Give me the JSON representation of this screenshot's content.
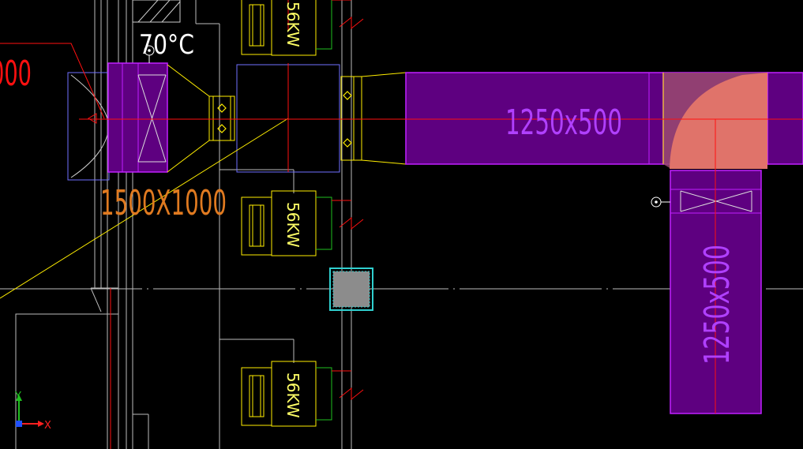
{
  "drawing": {
    "background_color": "#000000",
    "temperature_label": "70°C",
    "partial_left_label": "000",
    "main_duct_label": "1500X1000",
    "horizontal_duct_label": "1250x500",
    "vertical_duct_label": "1250x500",
    "fan_units": [
      {
        "label": "56KW"
      },
      {
        "label": "56KW"
      },
      {
        "label": "56KW"
      }
    ],
    "colors": {
      "duct_fill": "#5e0080",
      "duct_stroke": "#c020ff",
      "duct_text": "#b040ff",
      "elbow_fill": "#e0736a",
      "main_duct_text": "#e07a20",
      "red_line": "#ff1010",
      "yellow_line": "#ffee00",
      "gray_line": "#bbbbbb",
      "blue_line": "#7070ff",
      "unit_text": "#ffff66",
      "cyan_box": "#30d0d0",
      "gray_box": "#8c8c8c",
      "white_text": "#ffffff",
      "axis_y": "#20c020",
      "axis_x": "#ff2020"
    }
  },
  "ucs": {
    "x_label": "X",
    "y_label": "Y"
  }
}
